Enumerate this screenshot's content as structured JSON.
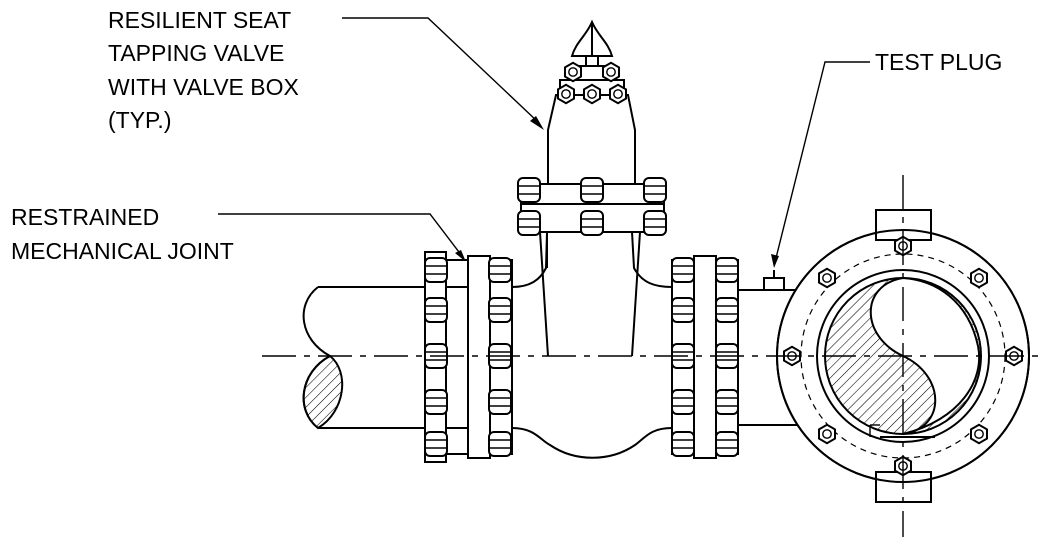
{
  "callouts": {
    "valve": [
      "RESILIENT SEAT",
      "TAPPING VALVE",
      "WITH VALVE BOX",
      "(TYP.)"
    ],
    "joint": [
      "RESTRAINED",
      "MECHANICAL JOINT"
    ],
    "plug": "TEST PLUG"
  },
  "colors": {
    "line": "#000000",
    "background": "#ffffff"
  }
}
